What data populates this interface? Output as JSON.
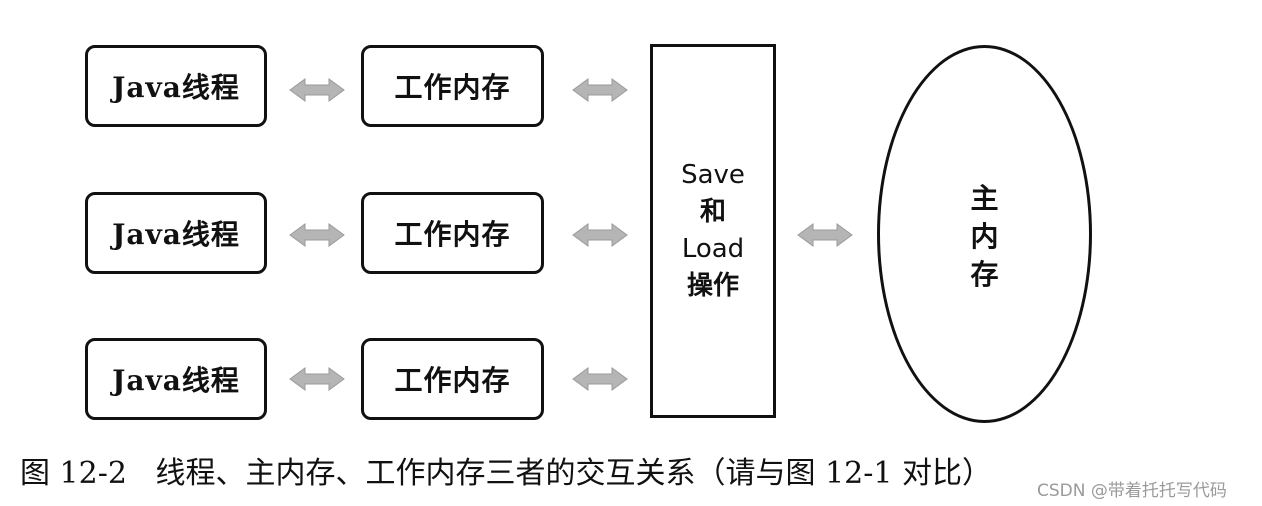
{
  "threads": [
    {
      "thread_label": "Java线程",
      "work_label": "工作内存"
    },
    {
      "thread_label": "Java线程",
      "work_label": "工作内存"
    },
    {
      "thread_label": "Java线程",
      "work_label": "工作内存"
    }
  ],
  "save_load": {
    "line1": "Save",
    "line2": "和",
    "line3": "Load",
    "line4": "操作"
  },
  "main_memory": {
    "line1": "主",
    "line2": "内",
    "line3": "存"
  },
  "caption": "图 12-2   线程、主内存、工作内存三者的交互关系（请与图 12-1 对比）",
  "watermark": "CSDN @带着托托写代码",
  "colors": {
    "arrow_fill": "#b5b5b5",
    "stroke": "#111111"
  }
}
